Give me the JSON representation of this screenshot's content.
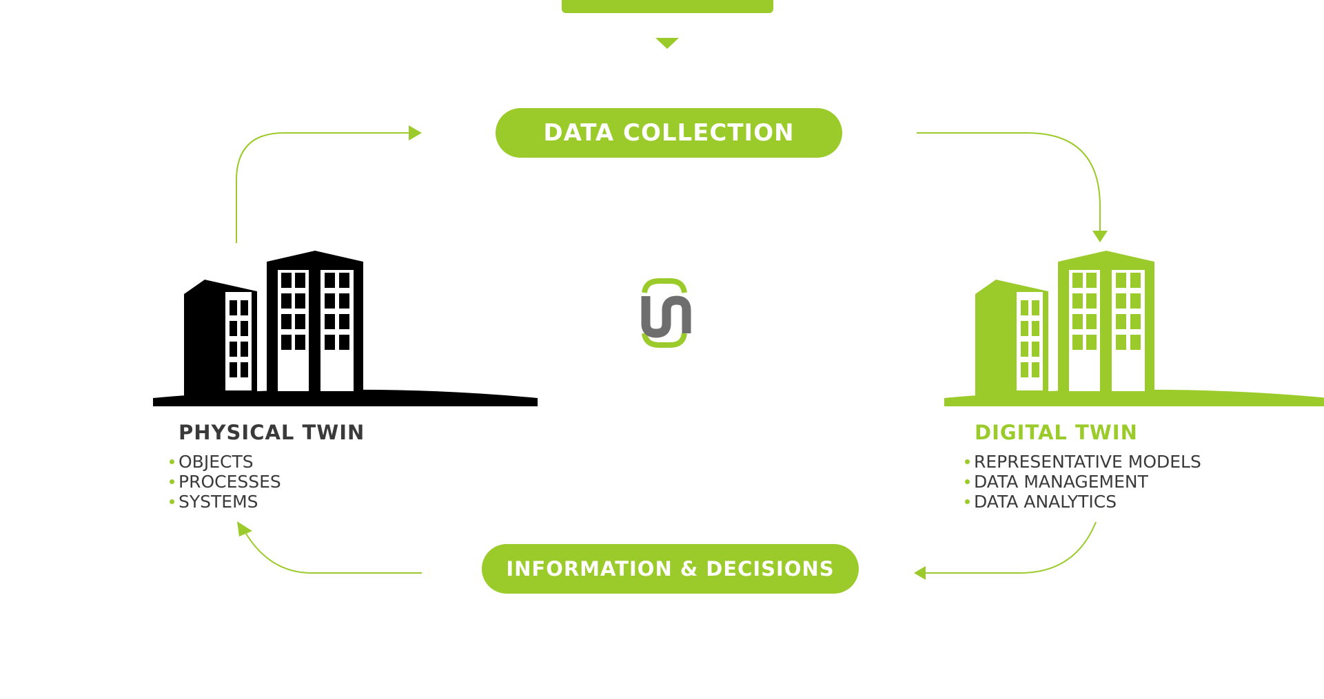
{
  "colors": {
    "accent": "#9bcb2a",
    "dark": "#000000",
    "text": "#3a3a3a",
    "logo_gray": "#6e6e6e"
  },
  "steps": {
    "top": "DATA COLLECTION",
    "bottom": "INFORMATION & DECISIONS"
  },
  "physical_twin": {
    "title": "PHYSICAL TWIN",
    "icon": "building-icon",
    "items": [
      "OBJECTS",
      "PROCESSES",
      "SYSTEMS"
    ]
  },
  "digital_twin": {
    "title": "DIGITAL TWIN",
    "icon": "building-icon",
    "items": [
      "REPRESENTATIVE MODELS",
      "DATA MANAGEMENT",
      "DATA ANALYTICS"
    ]
  },
  "center": {
    "icon": "link-logo-icon"
  }
}
